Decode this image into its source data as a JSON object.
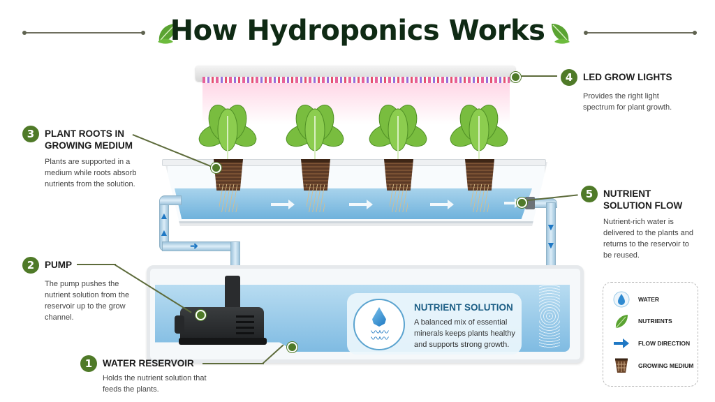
{
  "title": "How Hydroponics Works",
  "colors": {
    "title": "#0f2a14",
    "badge": "#4f7a28",
    "water": "#7fbbe2",
    "flow_arrow": "#1f78c4",
    "info_title": "#1d5f86"
  },
  "decorations": {
    "title_leaf_icon": "leaf-icon"
  },
  "callouts": [
    {
      "number": "1",
      "title": "WATER RESERVOIR",
      "description": "Holds the nutrient solution that feeds the plants."
    },
    {
      "number": "2",
      "title": "PUMP",
      "description": "The pump pushes the nutrient solution from the reservoir up to the grow channel."
    },
    {
      "number": "3",
      "title": "PLANT ROOTS IN GROWING MEDIUM",
      "description": "Plants are supported in a medium while roots absorb nutrients from the solution."
    },
    {
      "number": "4",
      "title": "LED GROW LIGHTS",
      "description": "Provides the right light spectrum for plant growth."
    },
    {
      "number": "5",
      "title": "NUTRIENT SOLUTION FLOW",
      "description": "Nutrient-rich water is delivered to the plants and returns to the reservoir to be reused."
    }
  ],
  "nutrient_panel": {
    "icon": "water-drop-waves-icon",
    "title": "NUTRIENT SOLUTION",
    "description": "A balanced mix of essential minerals keeps plants healthy and supports strong growth."
  },
  "legend": {
    "items": [
      {
        "icon": "water-drop-icon",
        "label": "WATER"
      },
      {
        "icon": "leaf-icon",
        "label": "NUTRIENTS"
      },
      {
        "icon": "arrow-right-icon",
        "label": "FLOW DIRECTION"
      },
      {
        "icon": "net-pot-icon",
        "label": "GROWING MEDIUM"
      }
    ]
  },
  "diagram": {
    "plants_count": 4,
    "components": [
      "LED grow light bar",
      "grow channel",
      "net pots with roots",
      "supply pipe",
      "return pipe",
      "submersible pump",
      "reservoir"
    ]
  }
}
